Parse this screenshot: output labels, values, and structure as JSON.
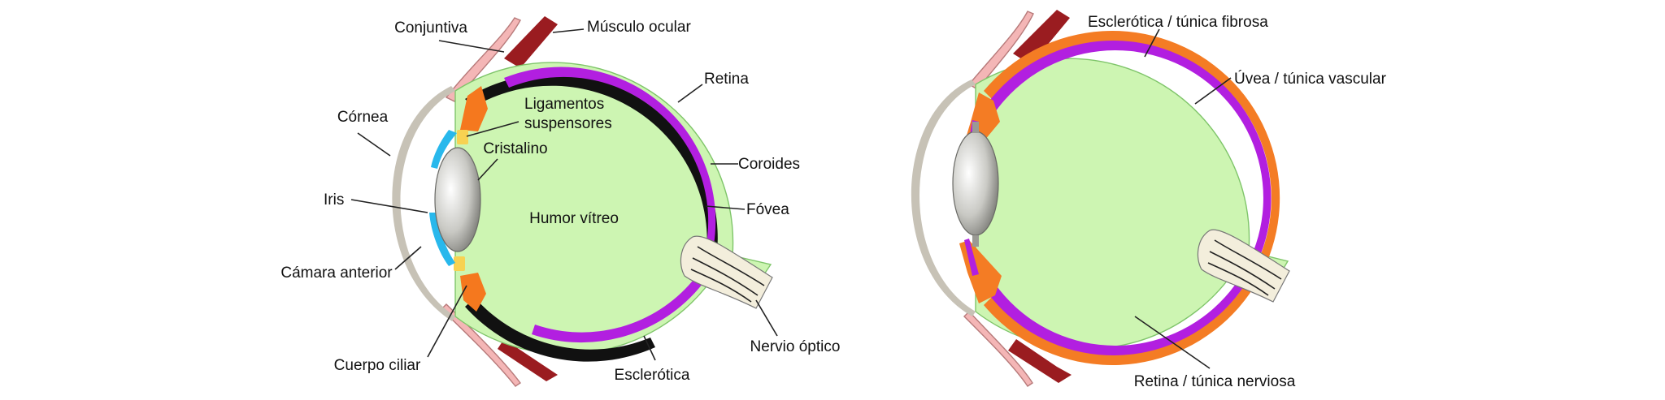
{
  "colors": {
    "sclera": "#cdf5b2",
    "sclera_edge": "#7fc56a",
    "choroid": "#111111",
    "retina": "#b21fe0",
    "uvea": "#f47c24",
    "iris": "#28b8ec",
    "ciliary": "#f5781e",
    "ligament": "#f7d252",
    "cornea": "#c7c2b6",
    "muscle": "#9a1c20",
    "conjunctiva": "#f4b6b6"
  },
  "left_diagram": {
    "labels": {
      "conjunctiva": "Conjuntiva",
      "muscle": "Músculo ocular",
      "retina": "Retina",
      "ligaments_line1": "Ligamentos",
      "ligaments_line2": "suspensores",
      "cornea": "Córnea",
      "lens": "Cristalino",
      "choroid": "Coroides",
      "iris": "Iris",
      "fovea": "Fóvea",
      "vitreous": "Humor vítreo",
      "anterior_chamber": "Cámara anterior",
      "optic_nerve": "Nervio óptico",
      "ciliary_body": "Cuerpo ciliar",
      "sclera": "Esclerótica"
    }
  },
  "right_diagram": {
    "labels": {
      "fibrous": "Esclerótica / túnica fibrosa",
      "vascular": "Úvea / túnica vascular",
      "nervous": "Retina / túnica nerviosa"
    }
  }
}
